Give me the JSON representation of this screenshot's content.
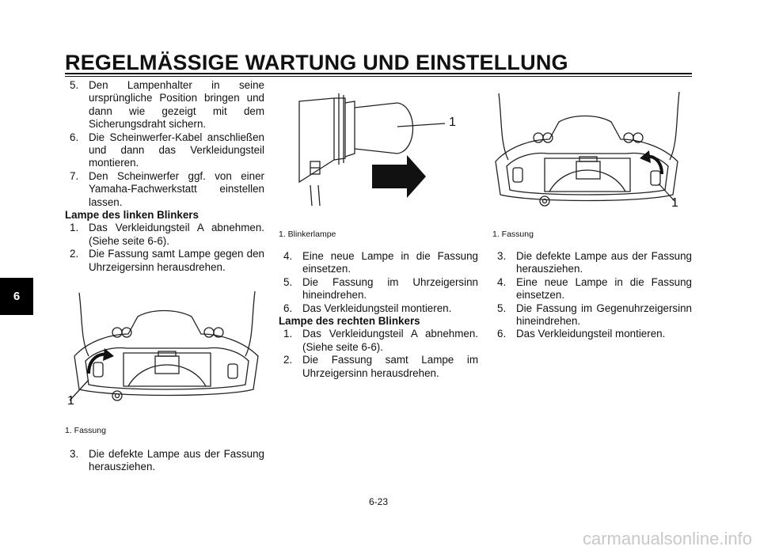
{
  "header": {
    "title": "REGELMÄSSIGE WARTUNG UND EINSTELLUNG"
  },
  "chapter_tab": "6",
  "column1": {
    "steps_top": [
      {
        "num": "5.",
        "text": "Den Lampenhalter in seine ursprüngliche Position bringen und dann wie gezeigt mit dem Sicherungsdraht sichern."
      },
      {
        "num": "6.",
        "text": "Die Scheinwerfer-Kabel anschließen und dann das Verkleidungsteil montieren."
      },
      {
        "num": "7.",
        "text": "Den Scheinwerfer ggf. von einer Yamaha-Fachwerkstatt einstellen lassen."
      }
    ],
    "heading": "Lampe des linken Blinkers",
    "steps_mid": [
      {
        "num": "1.",
        "text": "Das Verkleidungsteil A abnehmen. (Siehe seite 6-6)."
      },
      {
        "num": "2.",
        "text": "Die Fassung samt Lampe gegen den Uhrzeigersinn herausdrehen."
      }
    ],
    "figure_label": "1",
    "caption": "1. Fassung",
    "steps_bottom": [
      {
        "num": "3.",
        "text": "Die defekte Lampe aus der Fassung herausziehen."
      }
    ]
  },
  "column2": {
    "figure_label": "1",
    "caption": "1. Blinkerlampe",
    "steps_top": [
      {
        "num": "4.",
        "text": "Eine neue Lampe in die Fassung einsetzen."
      },
      {
        "num": "5.",
        "text": "Die Fassung im Uhrzeigersinn hineindrehen."
      },
      {
        "num": "6.",
        "text": "Das Verkleidungsteil montieren."
      }
    ],
    "heading": "Lampe des rechten Blinkers",
    "steps_bottom": [
      {
        "num": "1.",
        "text": "Das Verkleidungsteil A abnehmen. (Siehe seite 6-6)."
      },
      {
        "num": "2.",
        "text": "Die Fassung samt Lampe im Uhrzeigersinn herausdrehen."
      }
    ]
  },
  "column3": {
    "figure_label": "1",
    "caption": "1. Fassung",
    "steps": [
      {
        "num": "3.",
        "text": "Die defekte Lampe aus der Fassung herausziehen."
      },
      {
        "num": "4.",
        "text": "Eine neue Lampe in die Fassung einsetzen."
      },
      {
        "num": "5.",
        "text": "Die Fassung im Gegenuhrzeigersinn hineindrehen."
      },
      {
        "num": "6.",
        "text": "Das Verkleidungsteil montieren."
      }
    ]
  },
  "footer": {
    "page_number": "6-23",
    "watermark": "carmanualsonline.info"
  }
}
